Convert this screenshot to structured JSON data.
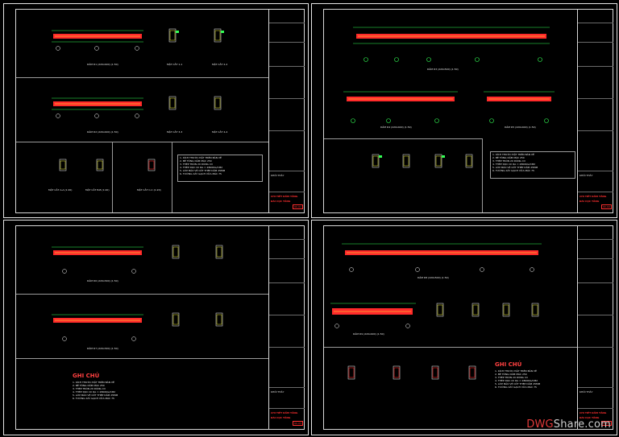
{
  "sheets": [
    {
      "title_block": {
        "name": "KHỐI THẦY",
        "drawing": "CHI TIẾT DẦM TẦNG",
        "sub": "ĐÀI CỌC TẦNG",
        "code": "KC-01"
      },
      "beam_labels": [
        "DẦM D1 (220x400) (1:50)",
        "DẦM D2 (220x400) (1:50)"
      ],
      "section_labels": [
        "MẶT CẮT 1-1",
        "MẶT CẮT 2-2",
        "MẶT CẮT 3-3",
        "MẶT CẮT 4-4"
      ],
      "detail_labels": [
        "MẶT CẮT A-A (1:20)",
        "MẶT CẮT B-B (1:20)",
        "MẶT CẮT C-C (1:20)"
      ],
      "notes": [
        "1. KÍCH THƯỚC ĐẶT TRÊN BẢN VẼ",
        "2. BÊ TÔNG DẦM MÁC 250",
        "3. THÉP TRÒN 20 DÙNG CII",
        "4. THÉP DỌC CII RA = 2800KG/CM2",
        "5. LỚP BẢO VỆ CỐT THÉP DẦM 25MM",
        "6. TƯỜNG XÂY GẠCH VỮA MÁC 75"
      ]
    },
    {
      "title_block": {
        "name": "KHỐI THẦY",
        "drawing": "CHI TIẾT DẦM TẦNG",
        "sub": "ĐÀI CỌC TẦNG",
        "code": "KC-02"
      },
      "beam_labels": [
        "DẦM D3 (220x500) (1:50)",
        "DẦM D4 (220x400) (1:50)",
        "DẦM D5 (220x400) (1:50)"
      ],
      "notes": [
        "1. KÍCH THƯỚC ĐẶT TRÊN BẢN VẼ",
        "2. BÊ TÔNG DẦM MÁC 250",
        "3. THÉP TRÒN 20 DÙNG CII",
        "4. THÉP DỌC CII RA = 2800KG/CM2",
        "5. LỚP BẢO VỆ CỐT THÉP DẦM 25MM",
        "6. TƯỜNG XÂY GẠCH VỮA MÁC 75"
      ]
    },
    {
      "title_block": {
        "name": "KHỐI THẦY",
        "drawing": "CHI TIẾT DẦM TẦNG",
        "sub": "ĐÀI CỌC TẦNG",
        "code": "KC-03"
      },
      "note_heading": "GHI CHÚ",
      "beam_labels": [
        "DẦM D6 (220x300) (1:50)",
        "DẦM D7 (220x300) (1:50)"
      ],
      "notes": [
        "1. KÍCH THƯỚC ĐẶT TRÊN BẢN VẼ",
        "2. BÊ TÔNG DẦM MÁC 250",
        "3. THÉP TRÒN 20 DÙNG CII",
        "4. THÉP DỌC CII RA = 2800KG/CM2",
        "5. LỚP BẢO VỆ CỐT THÉP DẦM 25MM",
        "6. TƯỜNG XÂY GẠCH VỮA MÁC 75"
      ]
    },
    {
      "title_block": {
        "name": "KHỐI THẦY",
        "drawing": "CHI TIẾT DẦM TẦNG",
        "sub": "ĐÀI CỌC TẦNG",
        "code": "KC-04"
      },
      "note_heading": "GHI CHÚ",
      "beam_labels": [
        "DẦM D8 (220x500) (1:50)",
        "DẦM D9 (220x400) (1:50)"
      ],
      "notes": [
        "1. KÍCH THƯỚC ĐẶT TRÊN BẢN VẼ",
        "2. BÊ TÔNG DẦM MÁC 250",
        "3. THÉP TRÒN 20 DÙNG CII",
        "4. THÉP DỌC CII RA = 2800KG/CM2",
        "5. LỚP BẢO VỆ CỐT THÉP DẦM 25MM",
        "6. TƯỜNG XÂY GẠCH VỮA MÁC 75"
      ]
    }
  ],
  "watermark": {
    "prefix": "DWG",
    "suffix": "Share",
    "tld": ".com"
  },
  "colors": {
    "beam": "#ff2a2a",
    "rebar": "#f5f53a",
    "dim": "#33ff55",
    "grid": "#3a5aff",
    "axis": "#ffffff"
  }
}
